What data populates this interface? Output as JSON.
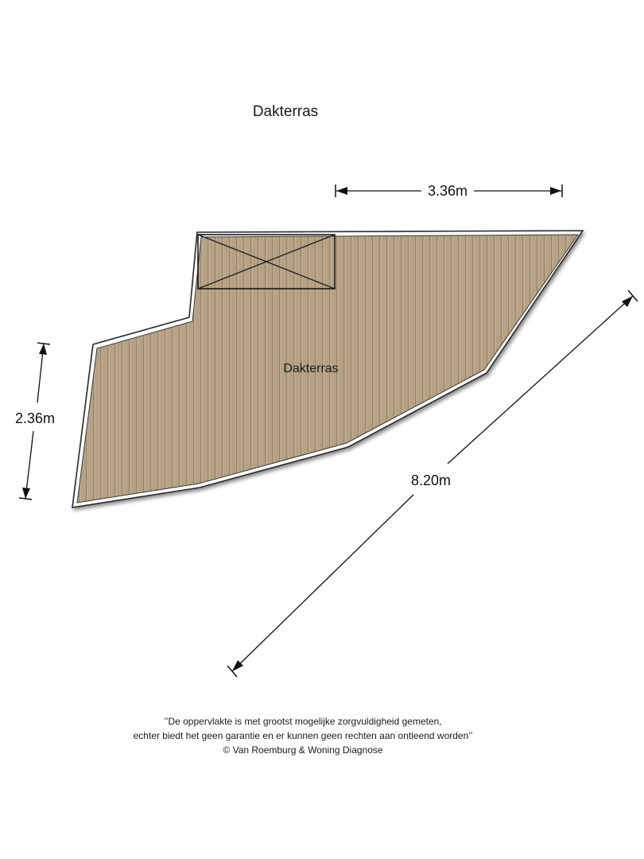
{
  "floor": {
    "title": "Dakterras"
  },
  "room": {
    "label": "Dakterras"
  },
  "dimensions": {
    "top": "3.36m",
    "left": "2.36m",
    "diagonal": "8.20m"
  },
  "disclaimer": {
    "line1": "’’De oppervlakte is met grootst mogelijke zorgvuldigheid gemeten,",
    "line2": "echter biedt het geen garantie en er kunnen geen rechten aan ontleend worden’’",
    "line3": "© Van Roemburg & Woning Diagnose"
  },
  "colors": {
    "deck_fill": "#b5a184",
    "deck_board_line": "#8c7c63",
    "wall_outline": "#2a2a2a",
    "dimension_line": "#111111"
  }
}
